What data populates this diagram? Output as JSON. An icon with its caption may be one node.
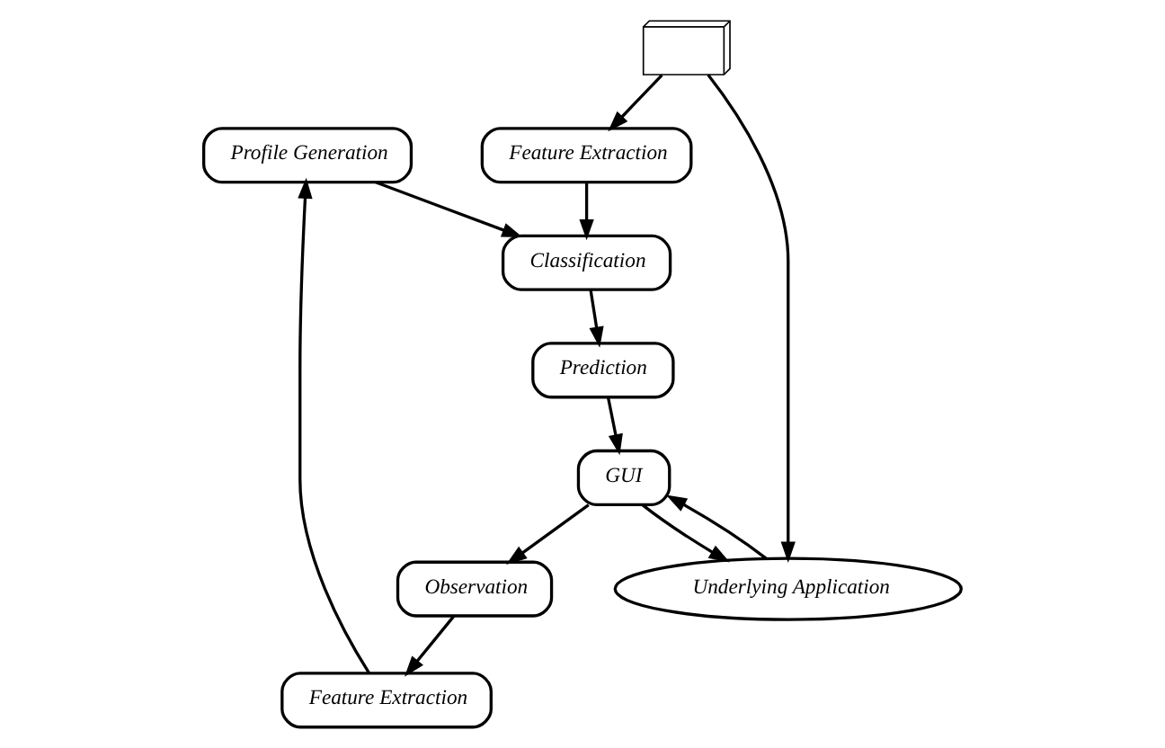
{
  "diagram": {
    "nodes": [
      {
        "text": [
          "Profile Generation"
        ]
      },
      {
        "text": [
          "Classification"
        ]
      },
      {
        "text": [
          "Feature Extraction"
        ]
      },
      {
        "text": [
          "Prediction"
        ]
      },
      {
        "text": [
          "Observation"
        ]
      },
      {
        "text": [
          "Feature Extraction"
        ]
      },
      {
        "text": [
          "GUI"
        ]
      },
      {
        "text": [
          "Underlying Application"
        ]
      },
      {
        "text": [],
        "shape": "envelope"
      }
    ],
    "edges": [
      {
        "from": 0,
        "to": 1,
        "arrow": "to"
      },
      {
        "from": 1,
        "to": 3,
        "arrow": "to"
      },
      {
        "from": 3,
        "to": 6,
        "arrow": "to"
      },
      {
        "from": 6,
        "to": 4,
        "arrow": "to"
      },
      {
        "from": 4,
        "to": 2,
        "arrow": "to"
      },
      {
        "from": 2,
        "to": 0,
        "arrow": "to"
      },
      {
        "from": 8,
        "to": 5,
        "arrow": "to"
      },
      {
        "from": 5,
        "to": 1,
        "arrow": "to"
      },
      {
        "from": 8,
        "to": 7,
        "arrow": "to"
      },
      {
        "from": 7,
        "to": 6,
        "arrow": "to"
      },
      {
        "from": 6,
        "to": 7,
        "arrow": "to"
      }
    ]
  }
}
